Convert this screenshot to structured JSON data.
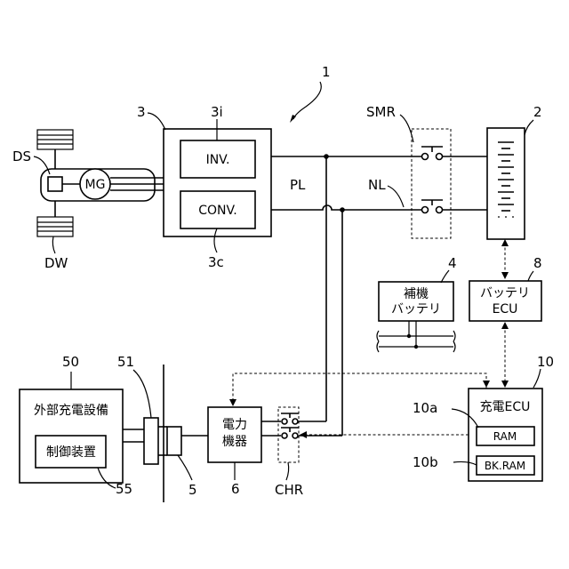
{
  "labels": {
    "system": "1",
    "battery": "2",
    "pcu": "3",
    "inv_ref": "3i",
    "conv_ref": "3c",
    "aux_battery": "4",
    "inlet": "5",
    "power_device": "6",
    "battery_ecu_ref": "8",
    "charge_ecu_ref": "10",
    "ram_ref": "10a",
    "bkram_ref": "10b",
    "external_equipment": "50",
    "connector": "51",
    "controller_ref": "55",
    "smr": "SMR",
    "pl": "PL",
    "nl": "NL",
    "ds": "DS",
    "dw": "DW",
    "chr": "CHR"
  },
  "blocks": {
    "inv": "INV.",
    "conv": "CONV.",
    "mg": "MG",
    "aux_battery_line1": "補機",
    "aux_battery_line2": "バッテリ",
    "battery_ecu_line1": "バッテリ",
    "battery_ecu_line2": "ECU",
    "charge_ecu": "充電ECU",
    "ram": "RAM",
    "bkram": "BK.RAM",
    "external_equipment": "外部充電設備",
    "controller": "制御装置",
    "power_device_line1": "電力",
    "power_device_line2": "機器"
  }
}
